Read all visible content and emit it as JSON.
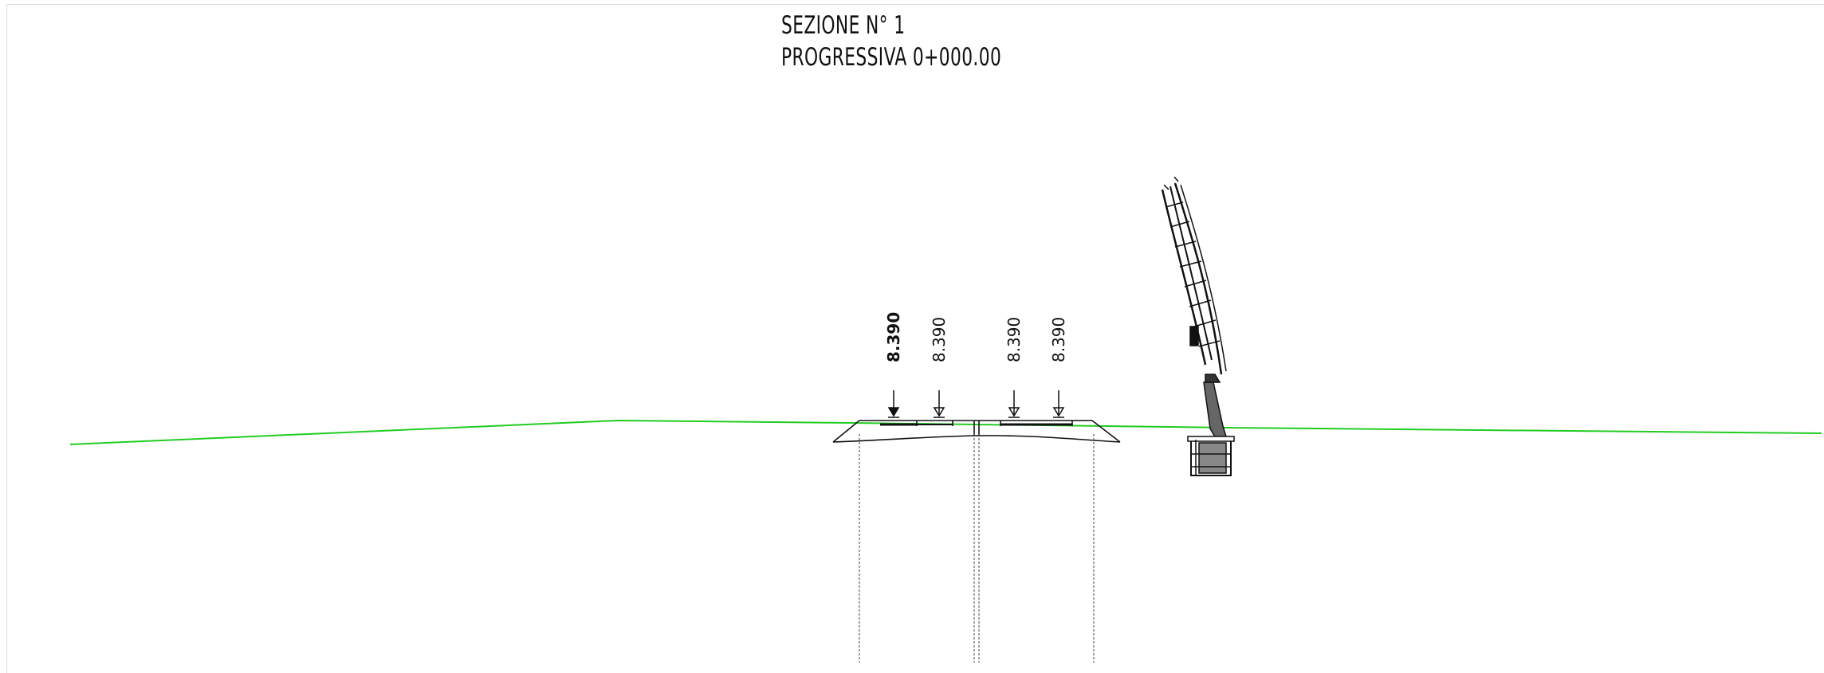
{
  "section": {
    "number_label": "SEZIONE N° 1",
    "chainage_label": "PROGRESSIVA 0+000.00"
  },
  "elevations": [
    {
      "value": "8.390"
    },
    {
      "value": "8.390"
    },
    {
      "value": "8.390"
    },
    {
      "value": "8.390"
    }
  ],
  "colors": {
    "terrain_line": "#22cc22",
    "drawing_line": "#111111",
    "frame": "#d8d8d8"
  },
  "icons": {
    "elevation_marker": "downward-arrow-triangle",
    "structure": "inclined-lattice-mast"
  }
}
